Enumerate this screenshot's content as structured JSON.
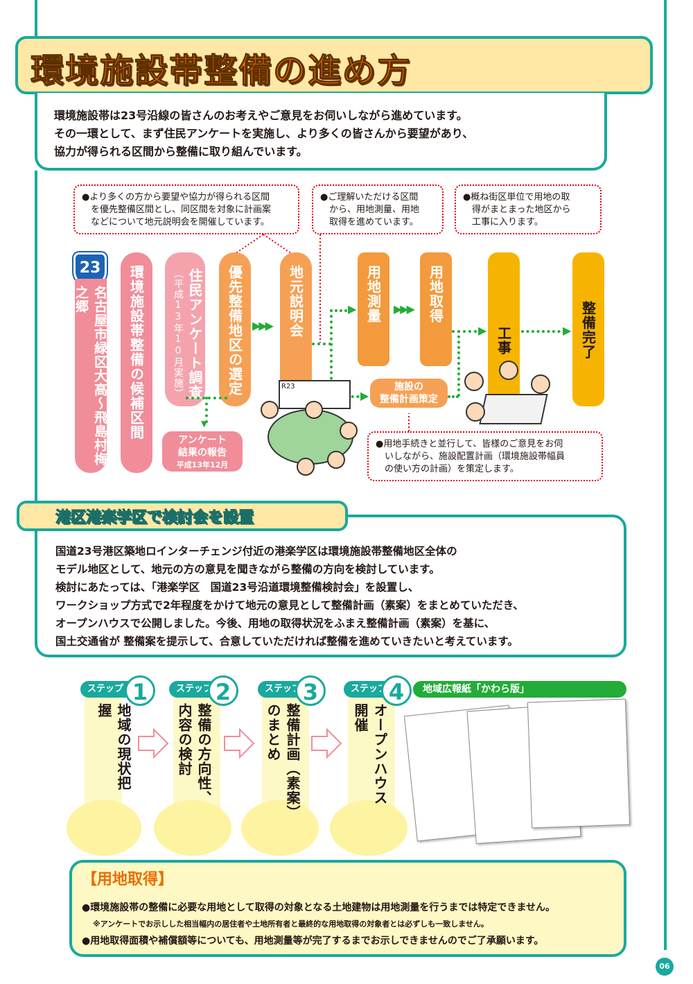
{
  "title": "環境施設帯整備の進め方",
  "intro": [
    "環境施設帯は23号沿線の皆さんのお考えやご意見をお伺いしながら進めています。",
    "その一環として、まず住民アンケートを実施し、より多くの皆さんから要望があり、",
    "協力が得られる区間から整備に取り組んでいます。"
  ],
  "notes": {
    "note1": [
      "●より多くの方から要望や協力が得られる区間",
      "　を優先整備区間とし、同区間を対象に計画案",
      "　などについて地元説明会を開催しています。"
    ],
    "note2": [
      "●ご理解いただける区間",
      "　から、用地測量、用地",
      "　取得を進めています。"
    ],
    "note3": [
      "●概ね街区単位で用地の取",
      "　得がまとまった地区から",
      "　工事に入ります。"
    ],
    "note4": [
      "●用地手続きと並行して、皆様のご意見をお伺",
      "　いしながら、施設配置計画（環境施設帯幅員",
      "　の使い方の計画）を策定します。"
    ]
  },
  "flow": {
    "route_badge": "23",
    "step0": "名古屋市緑区大高〜飛島村梅之郷",
    "step1": "環境施設帯整備の候補区間",
    "step2a": "住民アンケート調査",
    "step2b": "（平成13年10月実施）",
    "step3": "優先整備地区の選定",
    "step4": "地元説明会",
    "step5": "用地測量",
    "step6": "用地取得",
    "step7": "工事",
    "step8": "整備完了",
    "survey_report": [
      "アンケート",
      "結果の報告"
    ],
    "survey_date": "平成13年12月",
    "facility_plan": [
      "施設の",
      "整備計画策定"
    ],
    "board_label": "R23"
  },
  "section2": {
    "title": "港区港楽学区で検討会を設置",
    "text": [
      "国道23号港区築地ロインターチェンジ付近の港楽学区は環境施設帯整備地区全体の",
      "モデル地区として、地元の方の意見を聞きながら整備の方向を検討しています。",
      "検討にあたっては、「港楽学区　国道23号沿道環境整備検討会」を設置し、",
      "ワークショップ方式で2年程度をかけて地元の意見として整備計画（素案）をまとめていただき、",
      "オープンハウスで公開しました。今後、用地の取得状況をふまえ整備計画（素案）を基に、",
      "国土交通省が 整備案を提示して、合意していただければ整備を進めていきたいと考えています。"
    ]
  },
  "steps": [
    {
      "label": "ステップ",
      "num": "1",
      "text": "地域の現状把握"
    },
    {
      "label": "ステップ",
      "num": "2",
      "text": "整備の方向性、\n内容の検討"
    },
    {
      "label": "ステップ",
      "num": "3",
      "text": "整備計画（素案）\nのまとめ"
    },
    {
      "label": "ステップ",
      "num": "4",
      "text": "オープンハウス\n開催"
    }
  ],
  "kawara": "地域広報紙「かわら版」",
  "land": {
    "title": "【用地取得】",
    "line1": "●環境施設帯の整備に必要な用地として取得の対象となる土地建物は用地測量を行うまでは特定できません。",
    "line2": "※アンケートでお示しした相当幅内の居住者や土地所有者と最終的な用地取得の対象者とは必ずしも一致しません。",
    "line3": "●用地取得面積や補償額等についても、用地測量等が完了するまでお示しできませんのでご了承願います。"
  },
  "page_number": "06",
  "colors": {
    "teal": "#1aa99d",
    "title_orange": "#ec6c00",
    "green": "#22ac38",
    "dot_red": "#e60012"
  }
}
